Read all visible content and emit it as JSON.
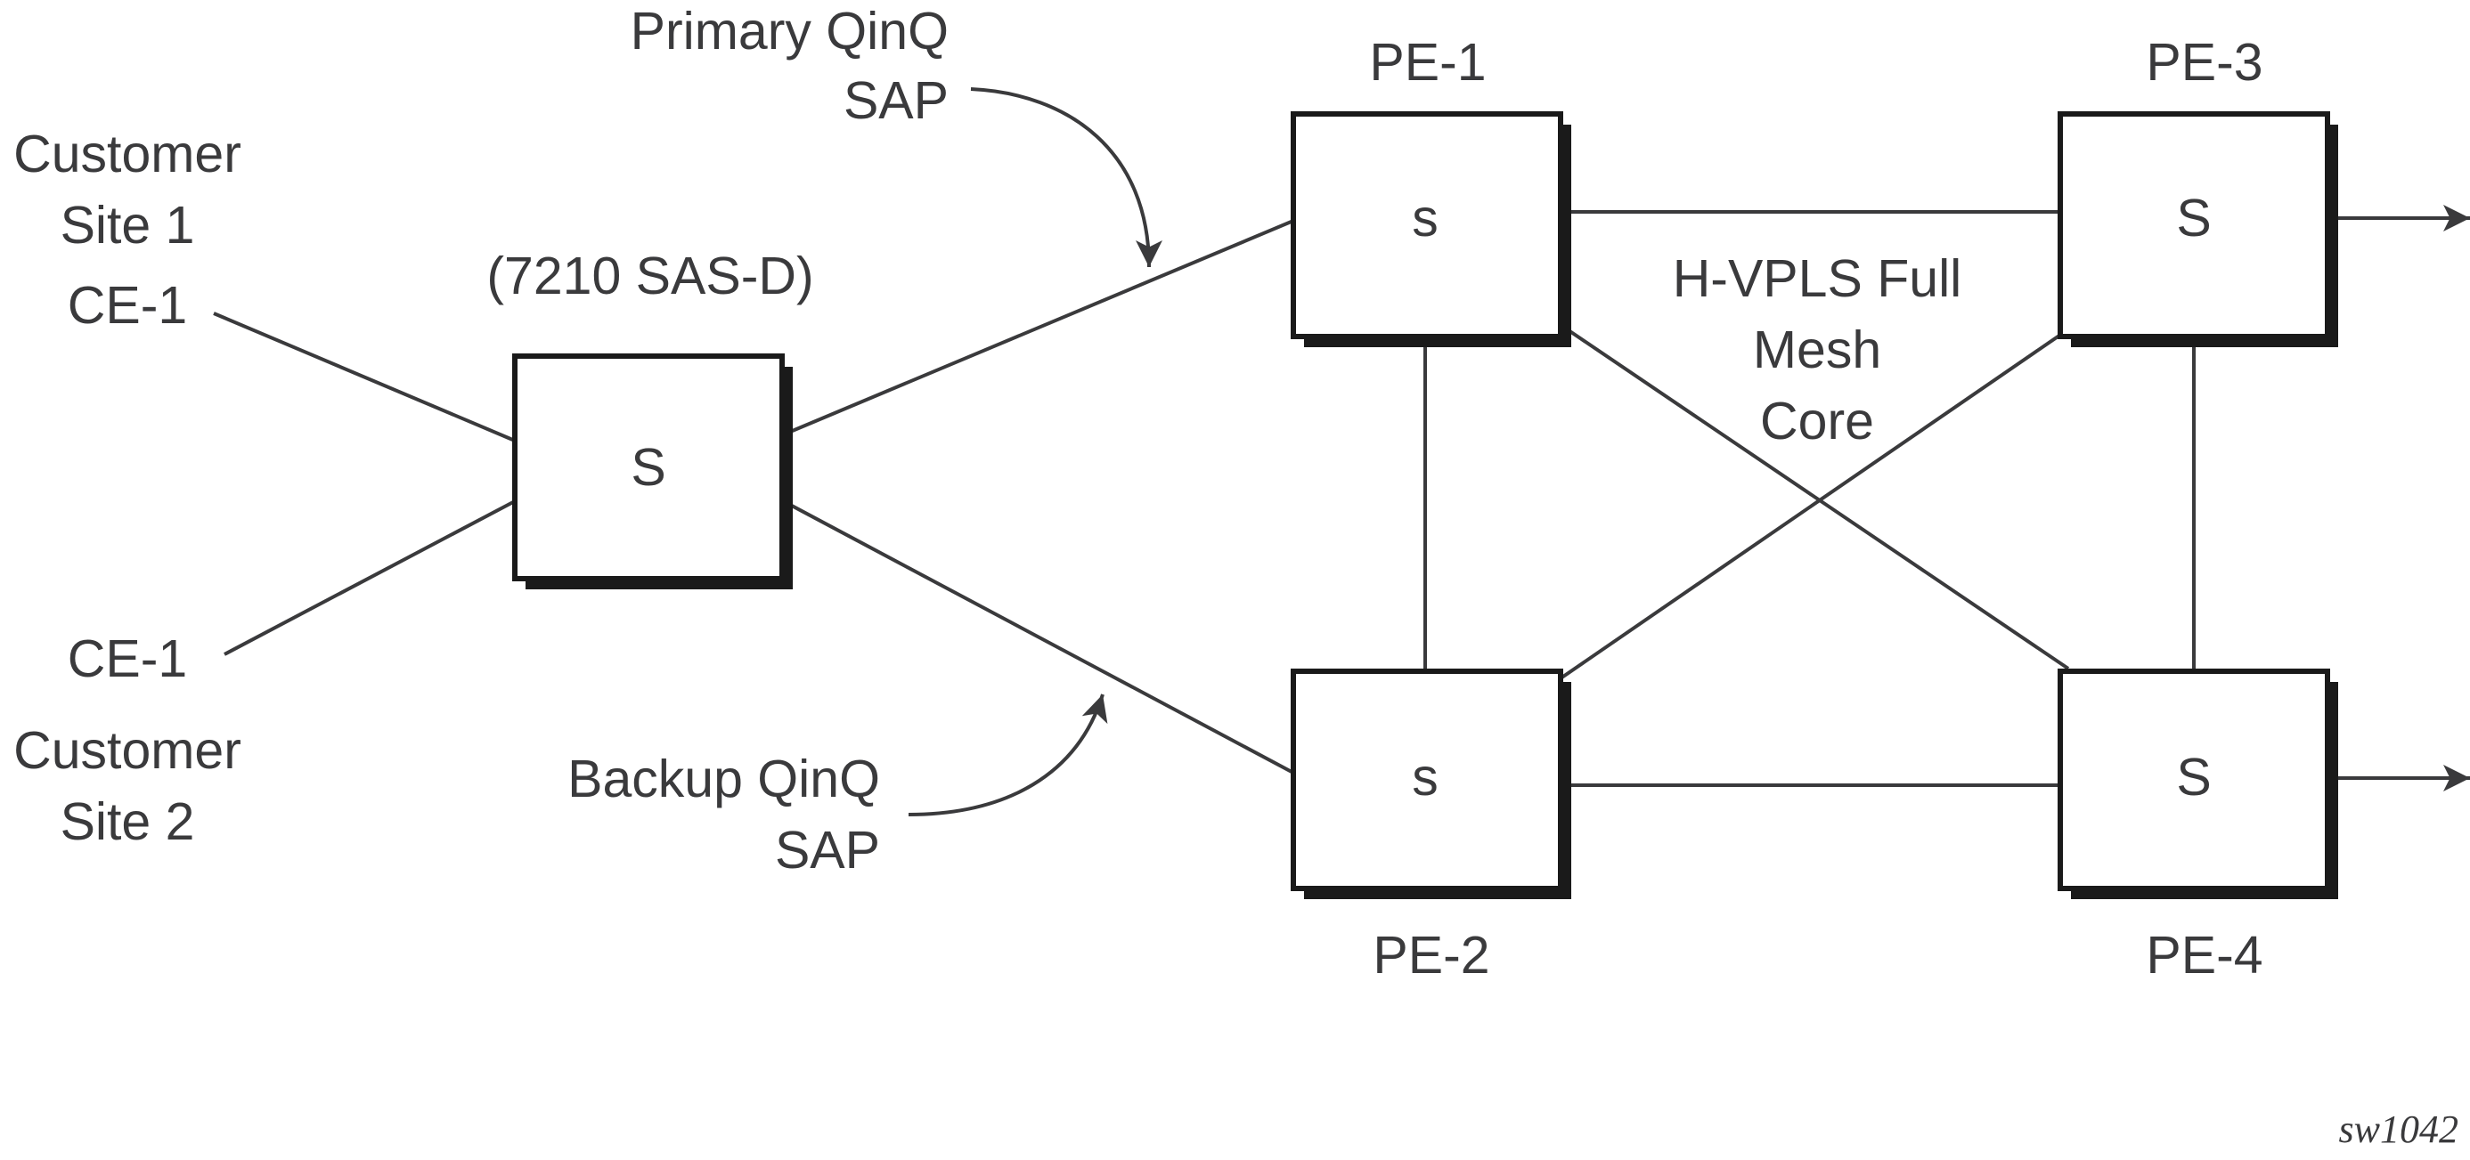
{
  "labels": {
    "primary_sap": [
      "Primary QinQ",
      "SAP"
    ],
    "backup_sap": [
      "Backup QinQ",
      "SAP"
    ],
    "customer_site_1": [
      "Customer",
      "Site 1"
    ],
    "ce_1_top": "CE-1",
    "ce_1_bottom": "CE-1",
    "customer_site_2": [
      "Customer",
      "Site 2"
    ],
    "sas_d": "(7210 SAS-D)",
    "core": [
      "H-VPLS Full",
      "Mesh",
      "Core"
    ],
    "figure_id": "sw1042"
  },
  "nodes": {
    "sas": {
      "symbol": "S"
    },
    "pe1": {
      "name": "PE-1",
      "symbol": "s"
    },
    "pe2": {
      "name": "PE-2",
      "symbol": "s"
    },
    "pe3": {
      "name": "PE-3",
      "symbol": "S"
    },
    "pe4": {
      "name": "PE-4",
      "symbol": "S"
    }
  },
  "colors": {
    "line": "#3a3a3c",
    "box_border": "#1a1a1a",
    "background": "#ffffff"
  }
}
